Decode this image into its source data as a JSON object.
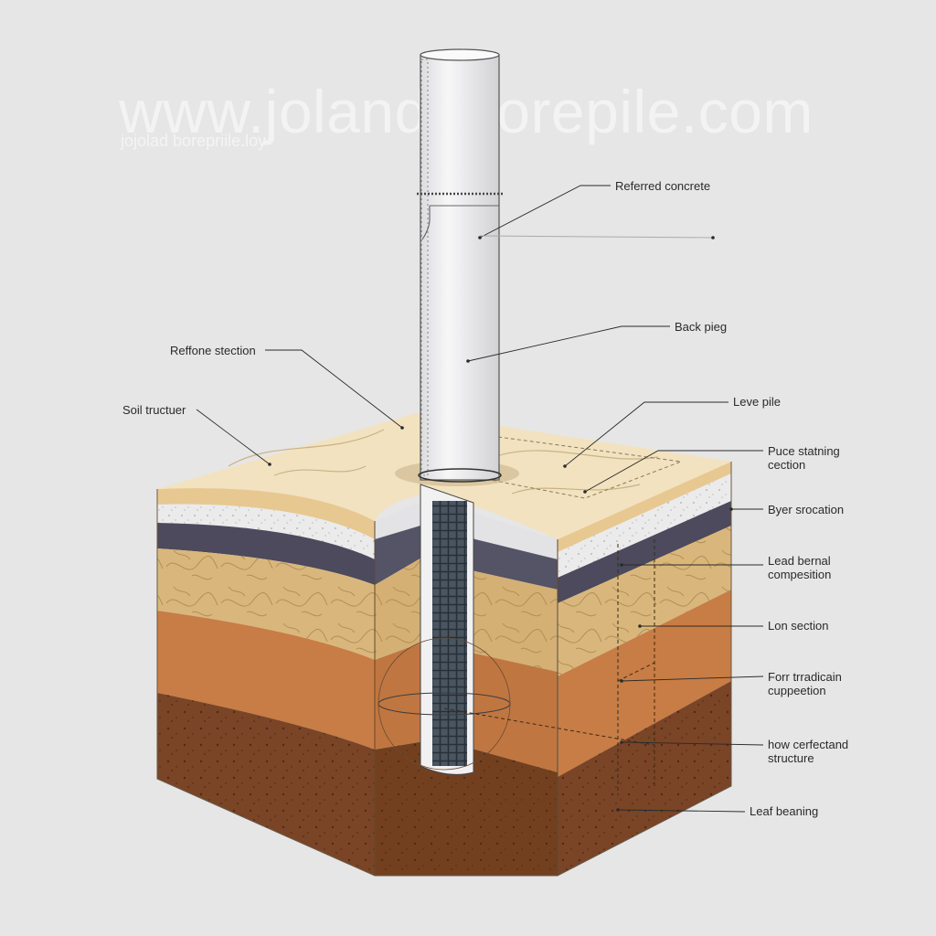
{
  "watermark": {
    "main": "www.jolandaborepile.com",
    "sub": "jojolad borepriile.loy"
  },
  "labels": {
    "referred_concrete": "Referred concrete",
    "back_pieg": "Back pieg",
    "reffone_section": "Reffone stection",
    "soil_tructuer": "Soil tructuer",
    "leve_pile": "Leve pile",
    "puce_statning": [
      "Puce statning",
      "cection"
    ],
    "byer_srocation": "Byer srocation",
    "lead_bernal": [
      "Lead bernal",
      "compesition"
    ],
    "lon_section": "Lon section",
    "forr_trradicain": [
      "Forr trradicain",
      "cuppeetion"
    ],
    "how_cerfectand": [
      "how cerfectand",
      "structure"
    ],
    "leaf_beaning": "Leaf beaning"
  },
  "colors": {
    "background": "#e6e6e7",
    "topsoil": "#f2e2bf",
    "white_layer": "#ebebec",
    "dark_layer": "#4c4a5c",
    "yellow_layer": "#d9b77c",
    "orange_layer": "#c77d45",
    "brown_layer": "#7a4427",
    "pile": "#f4f4f5",
    "rebar": "#39424d",
    "leader": "#2a2a2a"
  }
}
